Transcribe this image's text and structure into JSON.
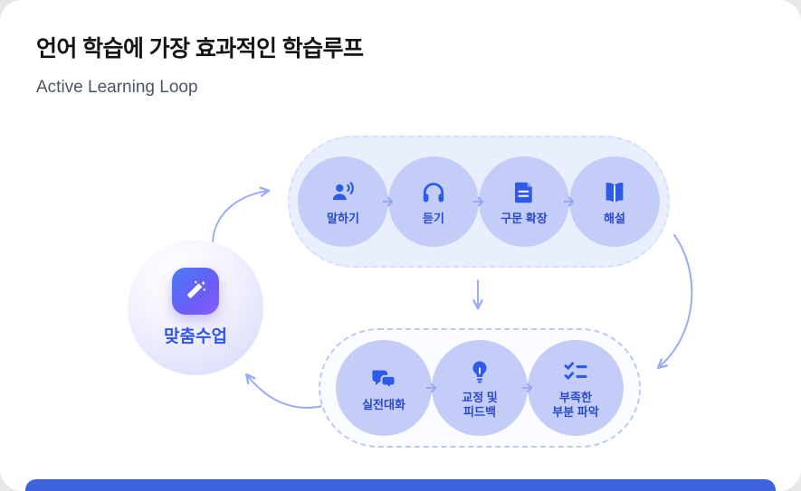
{
  "header": {
    "title": "언어 학습에 가장 효과적인 학습루프",
    "subtitle": "Active Learning Loop"
  },
  "diagram": {
    "hub": {
      "label": "맞춤수업",
      "icon": "magic-wand-icon"
    },
    "top_loop": {
      "steps": [
        {
          "label": "말하기",
          "icon": "speaking-person-icon"
        },
        {
          "label": "듣기",
          "icon": "headphones-icon"
        },
        {
          "label": "구문 확장",
          "icon": "document-icon"
        },
        {
          "label": "해설",
          "icon": "open-book-icon"
        }
      ]
    },
    "bottom_loop": {
      "steps": [
        {
          "label": "실전대화",
          "icon": "chat-bubbles-icon"
        },
        {
          "label": "교정 및\n피드백",
          "icon": "lightbulb-icon"
        },
        {
          "label": "부족한\n부분 파악",
          "icon": "checklist-icon"
        }
      ]
    },
    "colors": {
      "icon_blue": "#2e5be6",
      "label_blue": "#2b49c9",
      "step_circle_bg": "#c3cdf8",
      "top_pill_bg": "#eaeffd",
      "hub_label_blue": "#2f55e8",
      "arrow_blue": "#9aacf4",
      "bottom_bar_blue": "#3d63dd"
    }
  }
}
